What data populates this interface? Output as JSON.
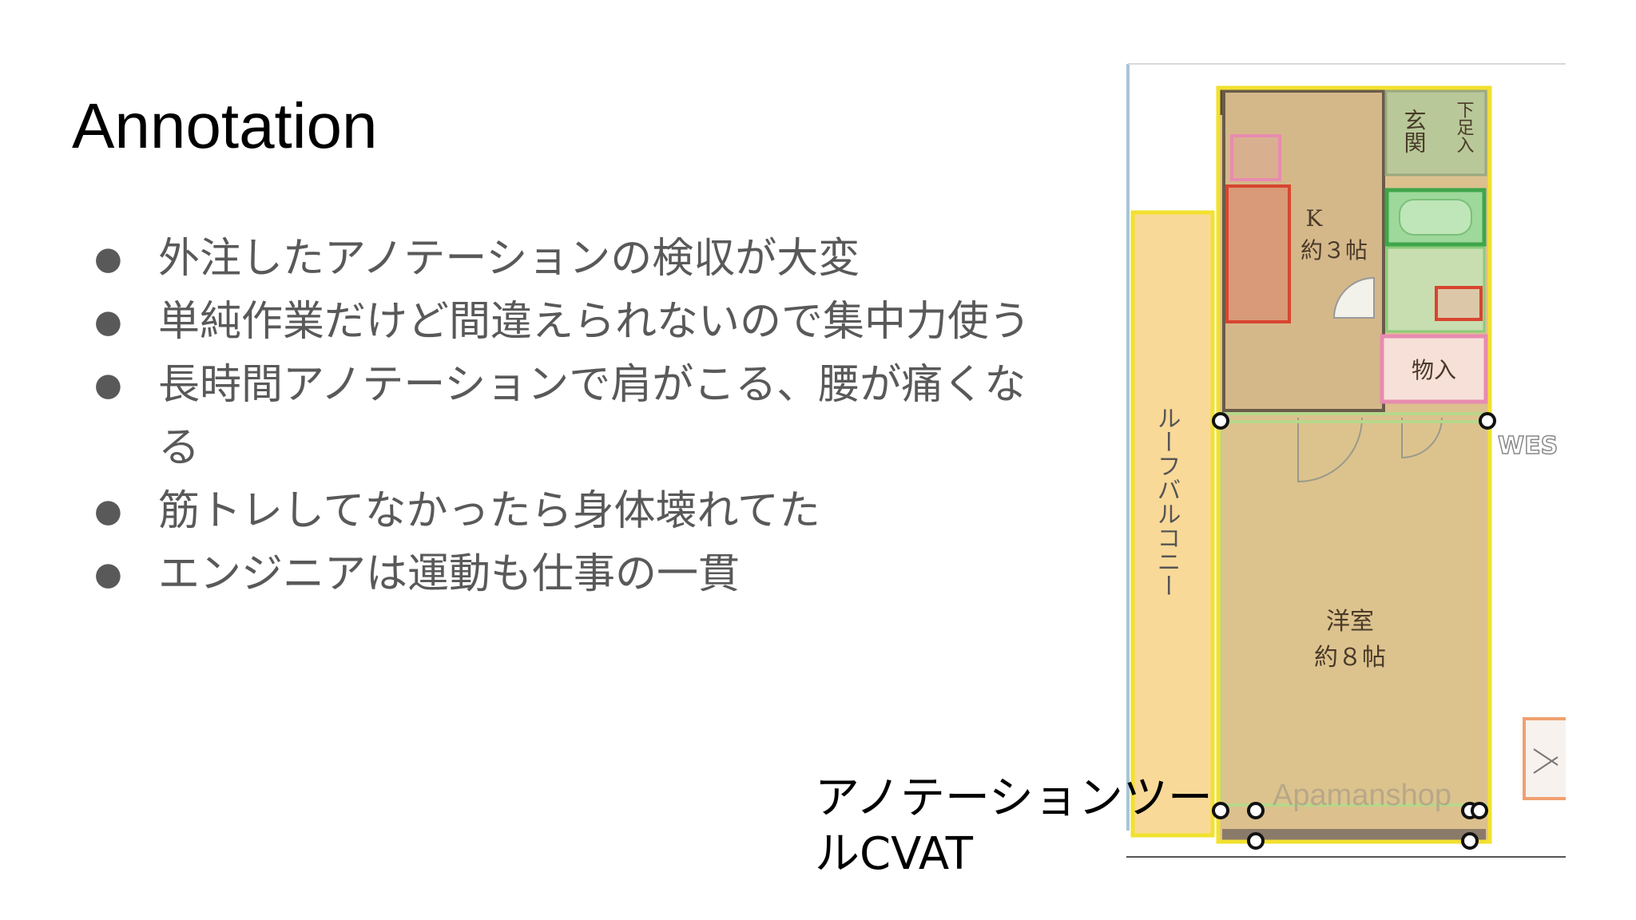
{
  "slide": {
    "title": "Annotation",
    "bullets": [
      {
        "bullet": "●",
        "text": "外注したアノテーションの検収が大変"
      },
      {
        "bullet": "●",
        "text": "単純作業だけど間違えられないので集中力使う"
      },
      {
        "bullet": "●",
        "text": "長時間アノテーションで肩がこる、腰が痛くなる"
      },
      {
        "bullet": "●",
        "text": "筋トレしてなかったら身体壊れてた"
      },
      {
        "bullet": "●",
        "text": "エンジニアは運動も仕事の一貫"
      }
    ],
    "caption": "アノテーションツールCVAT"
  },
  "floorplan": {
    "labels": {
      "kitchen_name": "K",
      "kitchen_size": "約３帖",
      "entrance": "玄関",
      "shoe_box": "下足入",
      "storage": "物入",
      "western_room": "洋室",
      "western_room_size": "約８帖",
      "balcony": "ルーフバルコニー",
      "watermark": "Apamanshop",
      "direction": "WES"
    },
    "colors": {
      "yellow_box": "#f2e12e",
      "green_box": "#3fa64a",
      "pink_box": "#e88bb0",
      "red_box": "#d8452f",
      "orange_box": "#f0a070",
      "room_fill": "#dcc08e"
    }
  }
}
